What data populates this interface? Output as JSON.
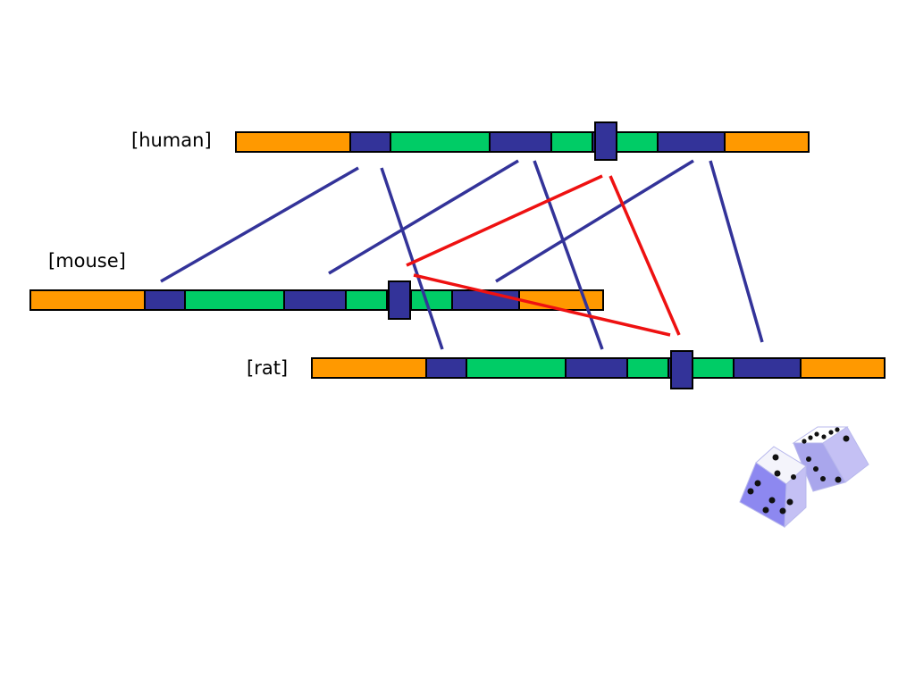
{
  "labels": {
    "human": "[human]",
    "mouse": "[mouse]",
    "rat": "[rat]"
  },
  "colors": {
    "orange": "#FF9900",
    "navy": "#333399",
    "green": "#00CC66",
    "red": "#EE1111",
    "outline": "#000000"
  },
  "chromosome_pattern": [
    "orange",
    "navy",
    "green",
    "navy",
    "green",
    "navy",
    "green",
    "navy",
    "orange"
  ],
  "icons": {
    "decoration": "dice-icon"
  }
}
